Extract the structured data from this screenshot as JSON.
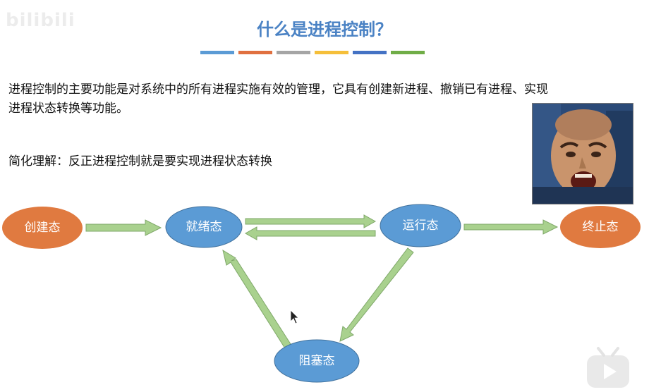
{
  "slide": {
    "title": "什么是进程控制？",
    "title_color": "#4a82c4",
    "stripe_colors": [
      "#5b9bd5",
      "#e07040",
      "#a5a5a5",
      "#f5bf3a",
      "#4472c4",
      "#70ad47"
    ],
    "paragraph_line1": "进程控制的主要功能是对系统中的所有进程实施有效的管理，它具有创建新进程、撤销已有进程、实现",
    "paragraph_line2": "进程状态转换等功能。",
    "summary": "简化理解：反正进程控制就是要实现进程状态转换"
  },
  "watermark": "bilibili",
  "diagram": {
    "colors": {
      "orange": "#e07a40",
      "blue": "#5b9bd5",
      "arrow_fill": "#a9d18e",
      "arrow_stroke": "#7fa869"
    },
    "states": {
      "create": "创建态",
      "ready": "就绪态",
      "running": "运行态",
      "terminated": "终止态",
      "blocked": "阻塞态"
    }
  },
  "icons": {
    "meme": "meme-photo",
    "player": "bilibili-tv-icon"
  }
}
